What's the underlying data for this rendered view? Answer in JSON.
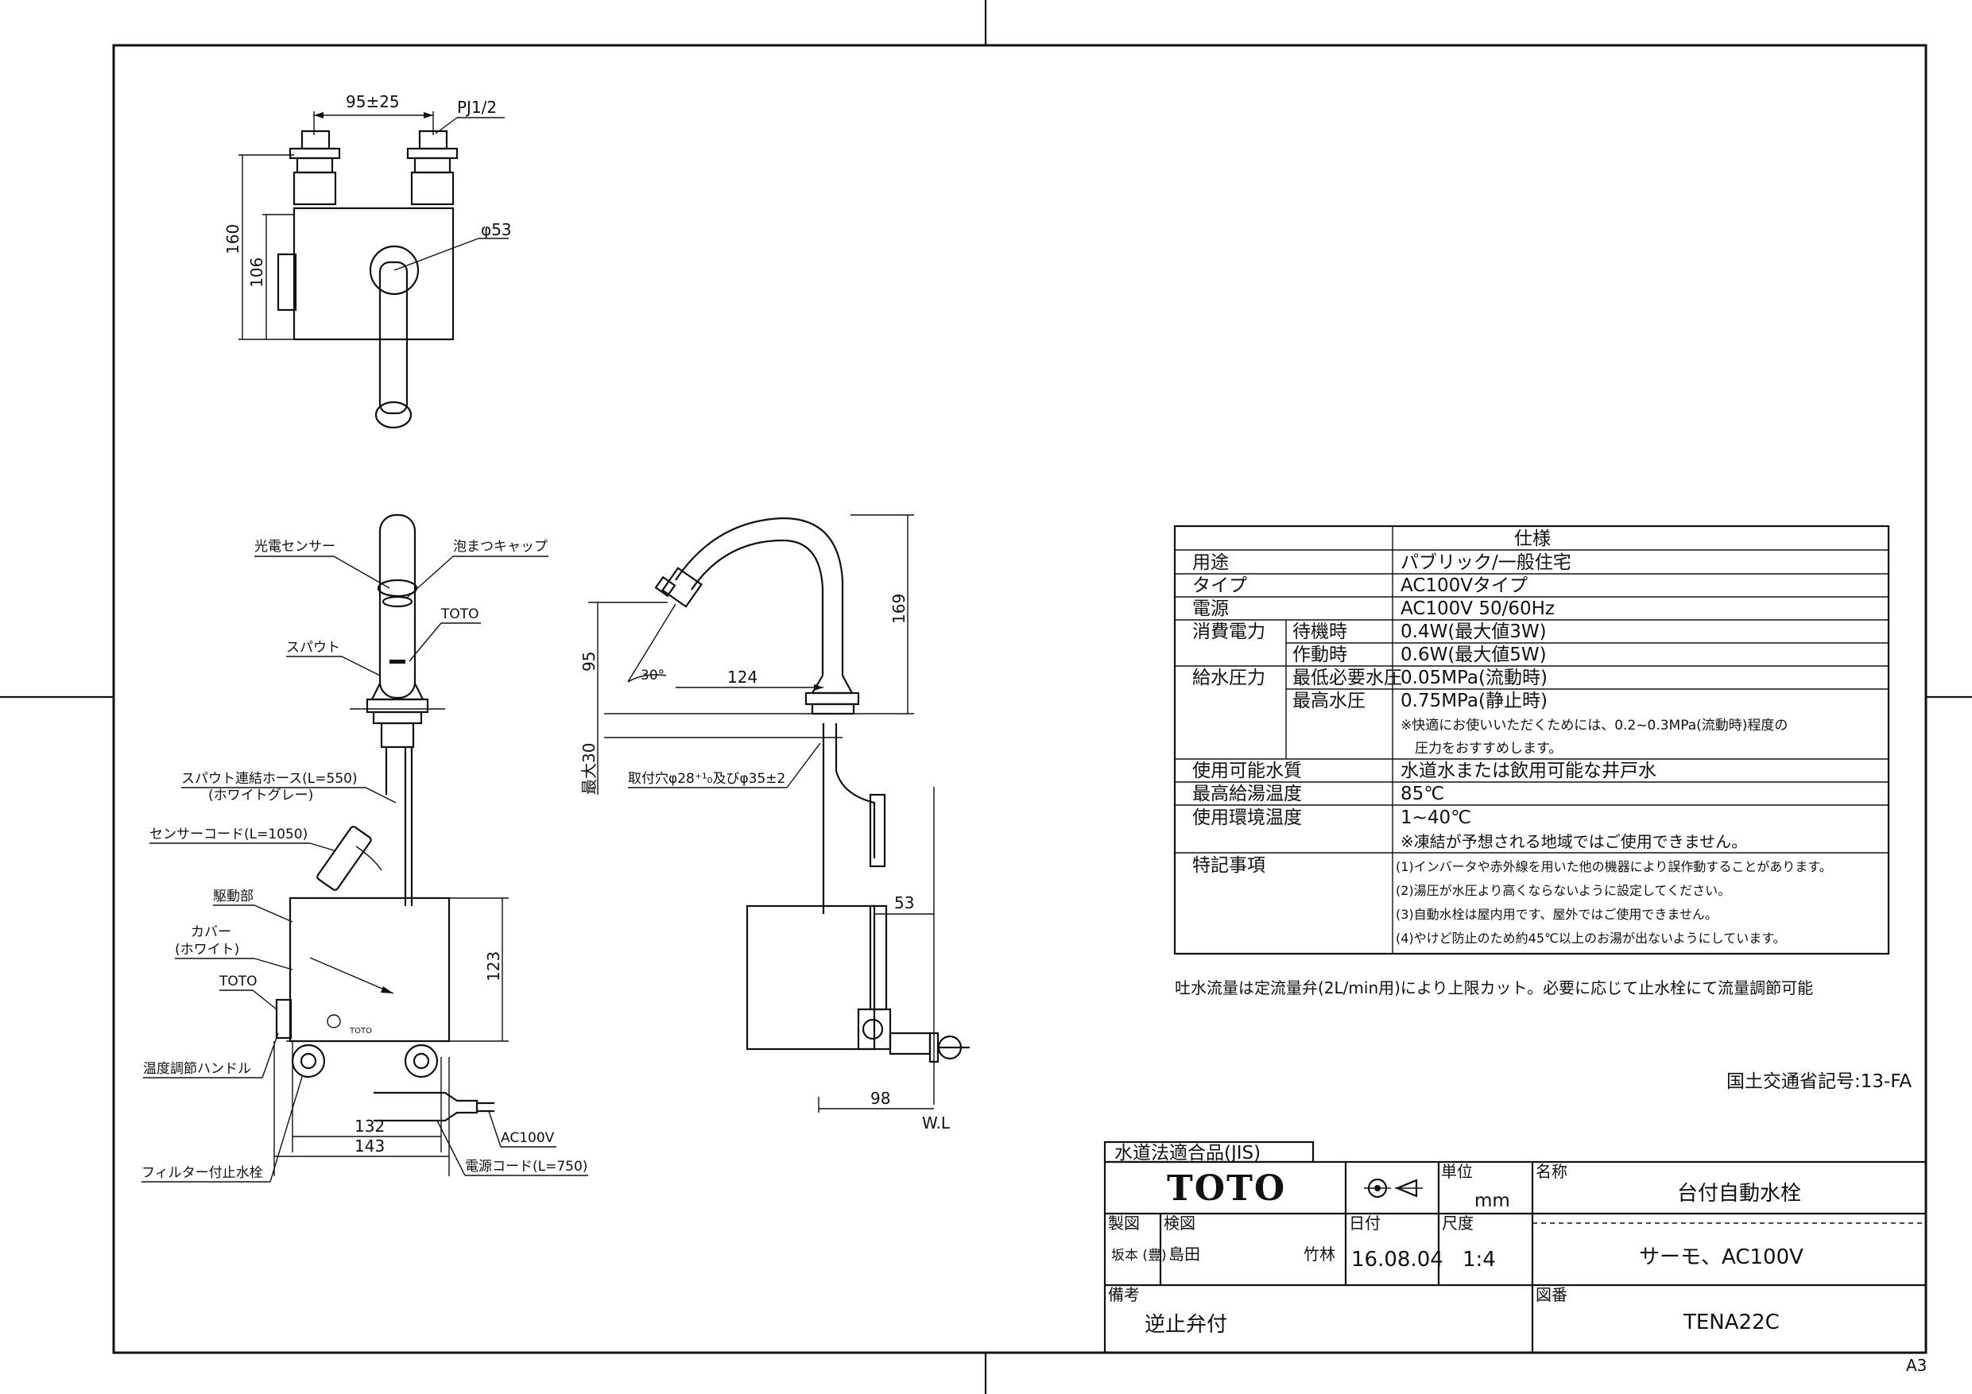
{
  "drawing": {
    "dimensions": {
      "top_width": "95±25",
      "thread": "PJ1/2",
      "dia_53": "φ53",
      "h_160": "160",
      "h_106": "106",
      "h_95": "95",
      "angle_30": "30°",
      "reach_124": "124",
      "h_169": "169",
      "max_30": "最大30",
      "mount_hole": "取付穴φ28⁺¹₀及びφ35±2",
      "d_53": "53",
      "d_98": "98",
      "h_123": "123",
      "w_132": "132",
      "w_143": "143",
      "wl": "W.L"
    },
    "labels": {
      "photo_sensor": "光電センサー",
      "aerator_cap": "泡まつキャップ",
      "toto_mark": "TOTO",
      "spout": "スパウト",
      "spout_hose": "スパウト連結ホース(L=550)",
      "spout_hose_color": "(ホワイトグレー)",
      "sensor_cord": "センサーコード(L=1050)",
      "drive_unit": "駆動部",
      "cover": "カバー",
      "cover_color": "(ホワイト)",
      "toto_unit": "TOTO",
      "temp_handle": "温度調節ハンドル",
      "filter_valve": "フィルター付止水栓",
      "ac100v": "AC100V",
      "power_cord": "電源コード(L=750)"
    }
  },
  "spec_table": {
    "header": "仕様",
    "rows": [
      {
        "label": "用途",
        "sub": "",
        "value": "パブリック/一般住宅"
      },
      {
        "label": "タイプ",
        "sub": "",
        "value": "AC100Vタイプ"
      },
      {
        "label": "電源",
        "sub": "",
        "value": "AC100V 50/60Hz"
      },
      {
        "label": "消費電力",
        "sub": "待機時",
        "value": "0.4W(最大値3W)"
      },
      {
        "label": "",
        "sub": "作動時",
        "value": "0.6W(最大値5W)"
      },
      {
        "label": "給水圧力",
        "sub": "最低必要水圧",
        "value": "0.05MPa(流動時)"
      },
      {
        "label": "",
        "sub": "最高水圧",
        "value": "0.75MPa(静止時)"
      },
      {
        "label": "",
        "sub": "",
        "value": "※快適にお使いいただくためには、0.2~0.3MPa(流動時)程度の"
      },
      {
        "label": "",
        "sub": "",
        "value": "圧力をおすすめします。"
      },
      {
        "label": "使用可能水質",
        "sub": "",
        "value": "水道水または飲用可能な井戸水"
      },
      {
        "label": "最高給湯温度",
        "sub": "",
        "value": "85℃"
      },
      {
        "label": "使用環境温度",
        "sub": "",
        "value": "1~40℃"
      },
      {
        "label": "",
        "sub": "",
        "value": "※凍結が予想される地域ではご使用できません。"
      },
      {
        "label": "特記事項",
        "sub": "",
        "value": "(1)インバータや赤外線を用いた他の機器により誤作動することがあります。"
      },
      {
        "label": "",
        "sub": "",
        "value": "(2)湯圧が水圧より高くならないように設定してください。"
      },
      {
        "label": "",
        "sub": "",
        "value": "(3)自動水栓は屋内用です、屋外ではご使用できません。"
      },
      {
        "label": "",
        "sub": "",
        "value": "(4)やけど防止のため約45℃以上のお湯が出ないようにしています。"
      }
    ],
    "note": "吐水流量は定流量弁(2L/min用)により上限カット。必要に応じて止水栓にて流量調節可能"
  },
  "ministry_code": "国土交通省記号:13-FA",
  "title_block": {
    "jis": "水道法適合品(JIS)",
    "logo": "TOTO",
    "unit_label": "単位",
    "unit_value": "mm",
    "name_label": "名称",
    "name_value": "台付自動水栓",
    "drawn_label": "製図",
    "drawn_by": "坂本 (豊)",
    "checked_label": "検図",
    "checked_by": "島田",
    "approved_by": "竹林",
    "date_label": "日付",
    "date_value": "16.08.04",
    "scale_label": "尺度",
    "scale_value": "1:4",
    "subtitle": "サーモ、AC100V",
    "remarks_label": "備考",
    "remarks_value": "逆止弁付",
    "drawing_no_label": "図番",
    "drawing_no": "TENA22C"
  },
  "sheet_size": "A3"
}
